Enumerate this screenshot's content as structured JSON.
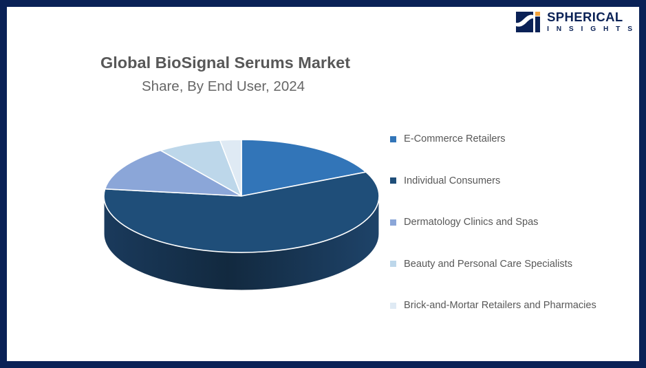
{
  "logo": {
    "name": "SPHERICAL",
    "subtitle": "I N S I G H T S",
    "mark_icon": "spherical-insights-logo-icon",
    "navy": "#0a2156",
    "accent_orange": "#f5a33c"
  },
  "chart_data": {
    "type": "pie",
    "title": "Global BioSignal Serums Market",
    "subtitle": "Share, By End User, 2024",
    "xlabel": "",
    "ylabel": "",
    "legend_position": "right",
    "three_d": true,
    "categories": [
      "E-Commerce Retailers",
      "Individual Consumers",
      "Dermatology Clinics and Spas",
      "Beauty and Personal Care Specialists",
      "Brick-and-Mortar Retailers and Pharmacies"
    ],
    "values": [
      18,
      59,
      13,
      7.5,
      2.5
    ],
    "colors": [
      "#3275b8",
      "#1f4e79",
      "#8ba6d8",
      "#bdd7ea",
      "#dfeaf4"
    ],
    "side_colors": [
      "#1d486f",
      "#142f4a",
      "#5a6f92",
      "#7e90a0",
      "#95a2ae"
    ]
  },
  "legend": {
    "items": [
      {
        "label": "E-Commerce Retailers",
        "color": "#3275b8"
      },
      {
        "label": "Individual Consumers",
        "color": "#1f4e79"
      },
      {
        "label": "Dermatology Clinics and Spas",
        "color": "#8ba6d8"
      },
      {
        "label": "Beauty and Personal Care Specialists",
        "color": "#bdd7ea"
      },
      {
        "label": "Brick-and-Mortar Retailers and Pharmacies",
        "color": "#dfeaf4"
      }
    ]
  }
}
